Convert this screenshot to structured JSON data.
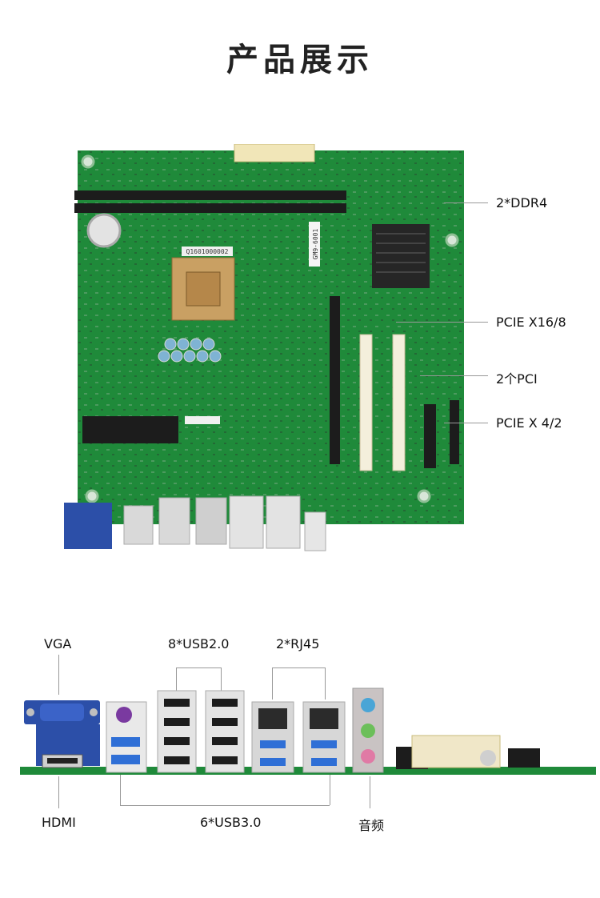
{
  "page": {
    "title": "产品展示"
  },
  "board_callouts": {
    "ddr4": "2*DDR4",
    "pcie_x16": "PCIE X16/8",
    "pci": "2个PCI",
    "pcie_x4": "PCIE X 4/2"
  },
  "board_marks": {
    "chip_label": "Q1601000002",
    "board_model": "GM9-6001"
  },
  "rear_panel": {
    "vga": "VGA",
    "usb20": "8*USB2.0",
    "rj45": "2*RJ45",
    "hdmi": "HDMI",
    "usb30": "6*USB3.0",
    "audio": "音频"
  },
  "colors": {
    "pcb": "#1f8a3a",
    "pcb_dark": "#166a2c",
    "slot_white": "#f4efdc",
    "slot_black": "#1c1c1c",
    "usb3_blue": "#2f6fd6",
    "vga_blue": "#2c4fa8"
  }
}
